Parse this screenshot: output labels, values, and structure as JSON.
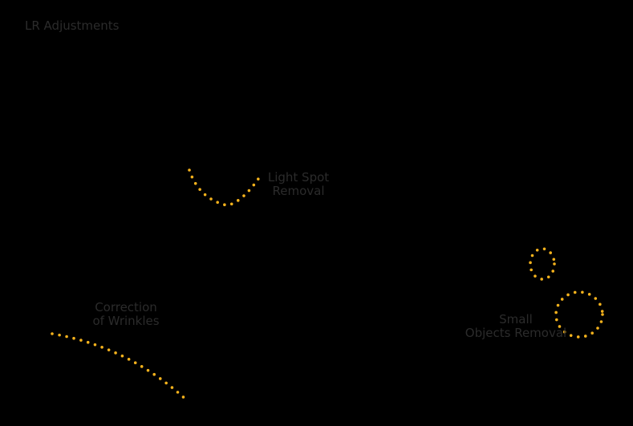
{
  "title": "LR Adjustments",
  "accent_color": "#f5b21c",
  "annotations": {
    "light_spot": {
      "line1": "Light Spot",
      "line2": "Removal"
    },
    "wrinkles": {
      "line1": "Correction",
      "line2": "of Wrinkles"
    },
    "small_objects": {
      "line1": "Small",
      "line2": "Objects Removal"
    }
  }
}
